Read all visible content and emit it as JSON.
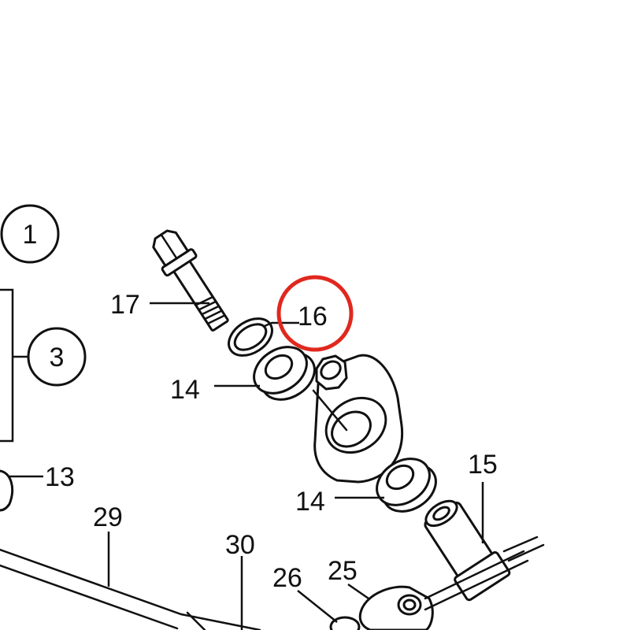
{
  "callouts": {
    "c1": "1",
    "c3": "3"
  },
  "labels": {
    "l17": "17",
    "l16": "16",
    "l14a": "14",
    "l14b": "14",
    "l15": "15",
    "l13": "13",
    "l29": "29",
    "l30": "30",
    "l26": "26",
    "l25": "25"
  },
  "highlight": {
    "label": "16",
    "color": "#e0281e"
  }
}
